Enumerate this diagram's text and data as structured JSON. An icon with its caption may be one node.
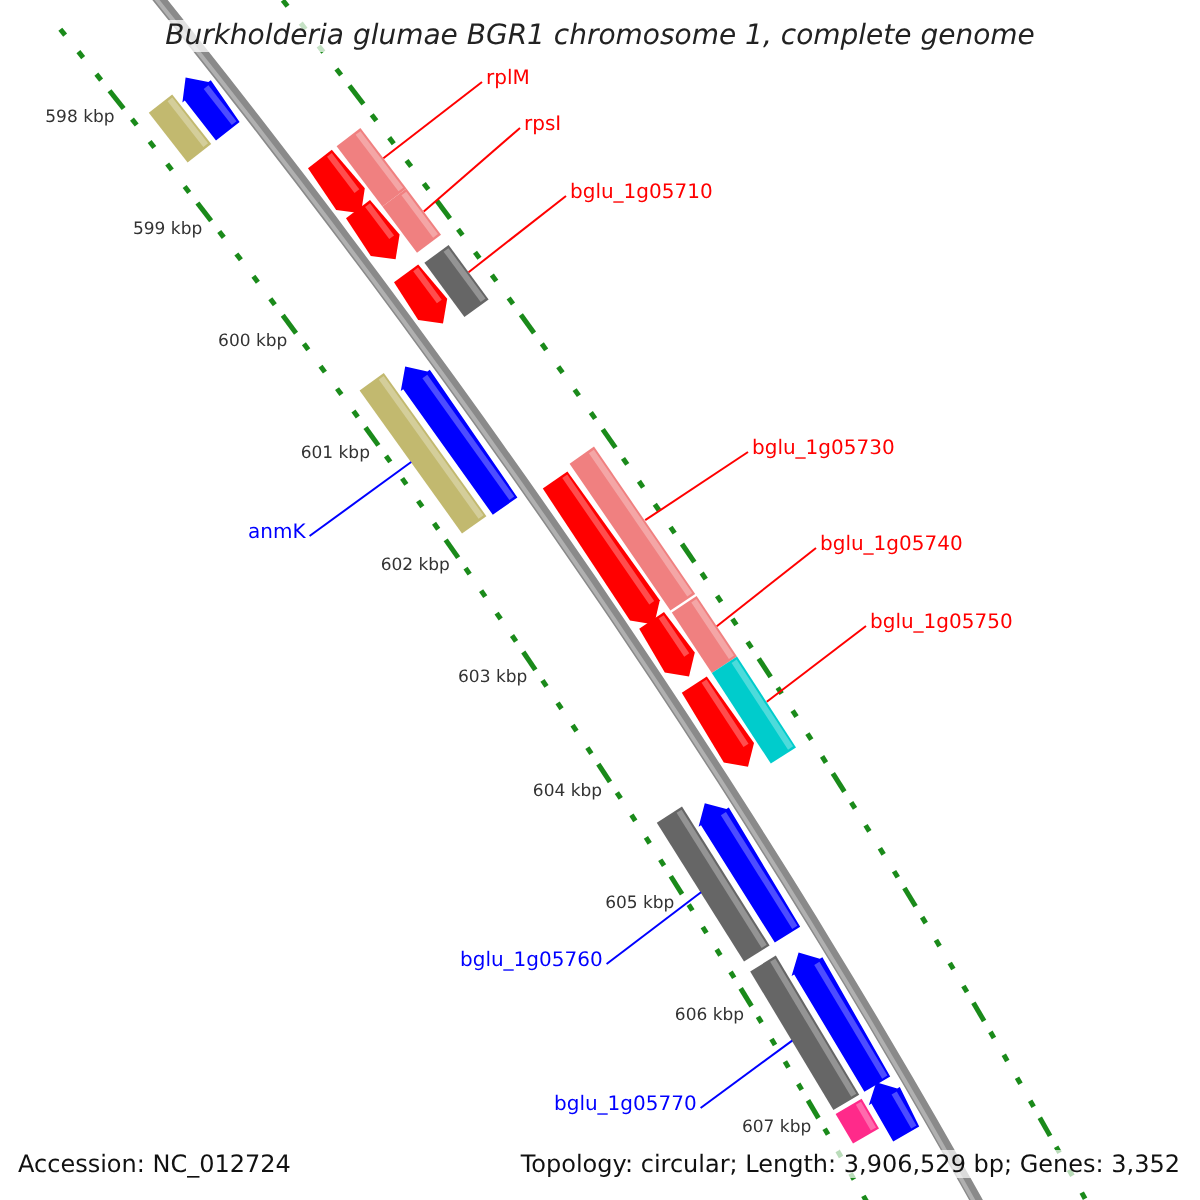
{
  "diagram": {
    "title": "Burkholderia glumae BGR1 chromosome 1, complete genome",
    "nodes": [
      {
        "text": [
          "rplM"
        ]
      },
      {
        "text": [
          "rpsI"
        ]
      },
      {
        "text": [
          "bglu_1g05710"
        ]
      },
      {
        "text": [
          "bglu_1g05730"
        ]
      },
      {
        "text": [
          "anmK"
        ]
      },
      {
        "text": [
          "bglu_1g05740"
        ]
      },
      {
        "text": [
          "bglu_1g05750"
        ]
      },
      {
        "text": [
          "bglu_1g05760"
        ]
      },
      {
        "text": [
          "bglu_1g05770"
        ]
      },
      {
        "text": [],
        "shape": "bar"
      },
      {
        "text": [],
        "shape": "bar"
      },
      {
        "text": [],
        "shape": "bar"
      },
      {
        "text": [],
        "shape": "bar"
      },
      {
        "text": [],
        "shape": "bar"
      },
      {
        "text": [],
        "shape": "bar"
      },
      {
        "text": [],
        "shape": "bar"
      },
      {
        "text": [],
        "shape": "bar"
      },
      {
        "text": [],
        "shape": "bar"
      },
      {
        "text": [],
        "shape": "bar"
      },
      {
        "text": [],
        "shape": "bar"
      },
      {
        "text": [],
        "shape": "bar"
      },
      {
        "text": [],
        "shape": "bar"
      },
      {
        "text": [],
        "shape": "bar"
      },
      {
        "text": [],
        "shape": "bar"
      },
      {
        "text": [],
        "shape": "bar"
      },
      {
        "text": [],
        "shape": "bar"
      },
      {
        "text": [],
        "shape": "bar"
      },
      {
        "text": [],
        "shape": "bar"
      },
      {
        "text": [],
        "shape": "bar"
      },
      {
        "text": [],
        "shape": "bar"
      },
      {
        "text": [],
        "shape": "bar"
      }
    ],
    "edges": [
      {
        "from": 0,
        "to": 12,
        "arrow": "none"
      },
      {
        "from": 1,
        "to": 14,
        "arrow": "none"
      },
      {
        "from": 2,
        "to": 16,
        "arrow": "none"
      },
      {
        "from": 3,
        "to": 19,
        "arrow": "none"
      },
      {
        "from": 4,
        "to": 17,
        "arrow": "none",
        "color": "#0000ff"
      },
      {
        "from": 5,
        "to": 22,
        "arrow": "none"
      },
      {
        "from": 6,
        "to": 24,
        "arrow": "none"
      },
      {
        "from": 7,
        "to": 25,
        "arrow": "none",
        "color": "#0000ff"
      },
      {
        "from": 8,
        "to": 27,
        "arrow": "none",
        "color": "#0000ff"
      }
    ],
    "labels": [
      "598 kbp",
      "599 kbp",
      "600 kbp",
      "601 kbp",
      "602 kbp",
      "603 kbp",
      "604 kbp",
      "605 kbp",
      "606 kbp",
      "607 kbp",
      "Accession: NC_012724",
      "Topology: circular; Length: 3,906,529 bp; Genes: 3,352"
    ]
  }
}
